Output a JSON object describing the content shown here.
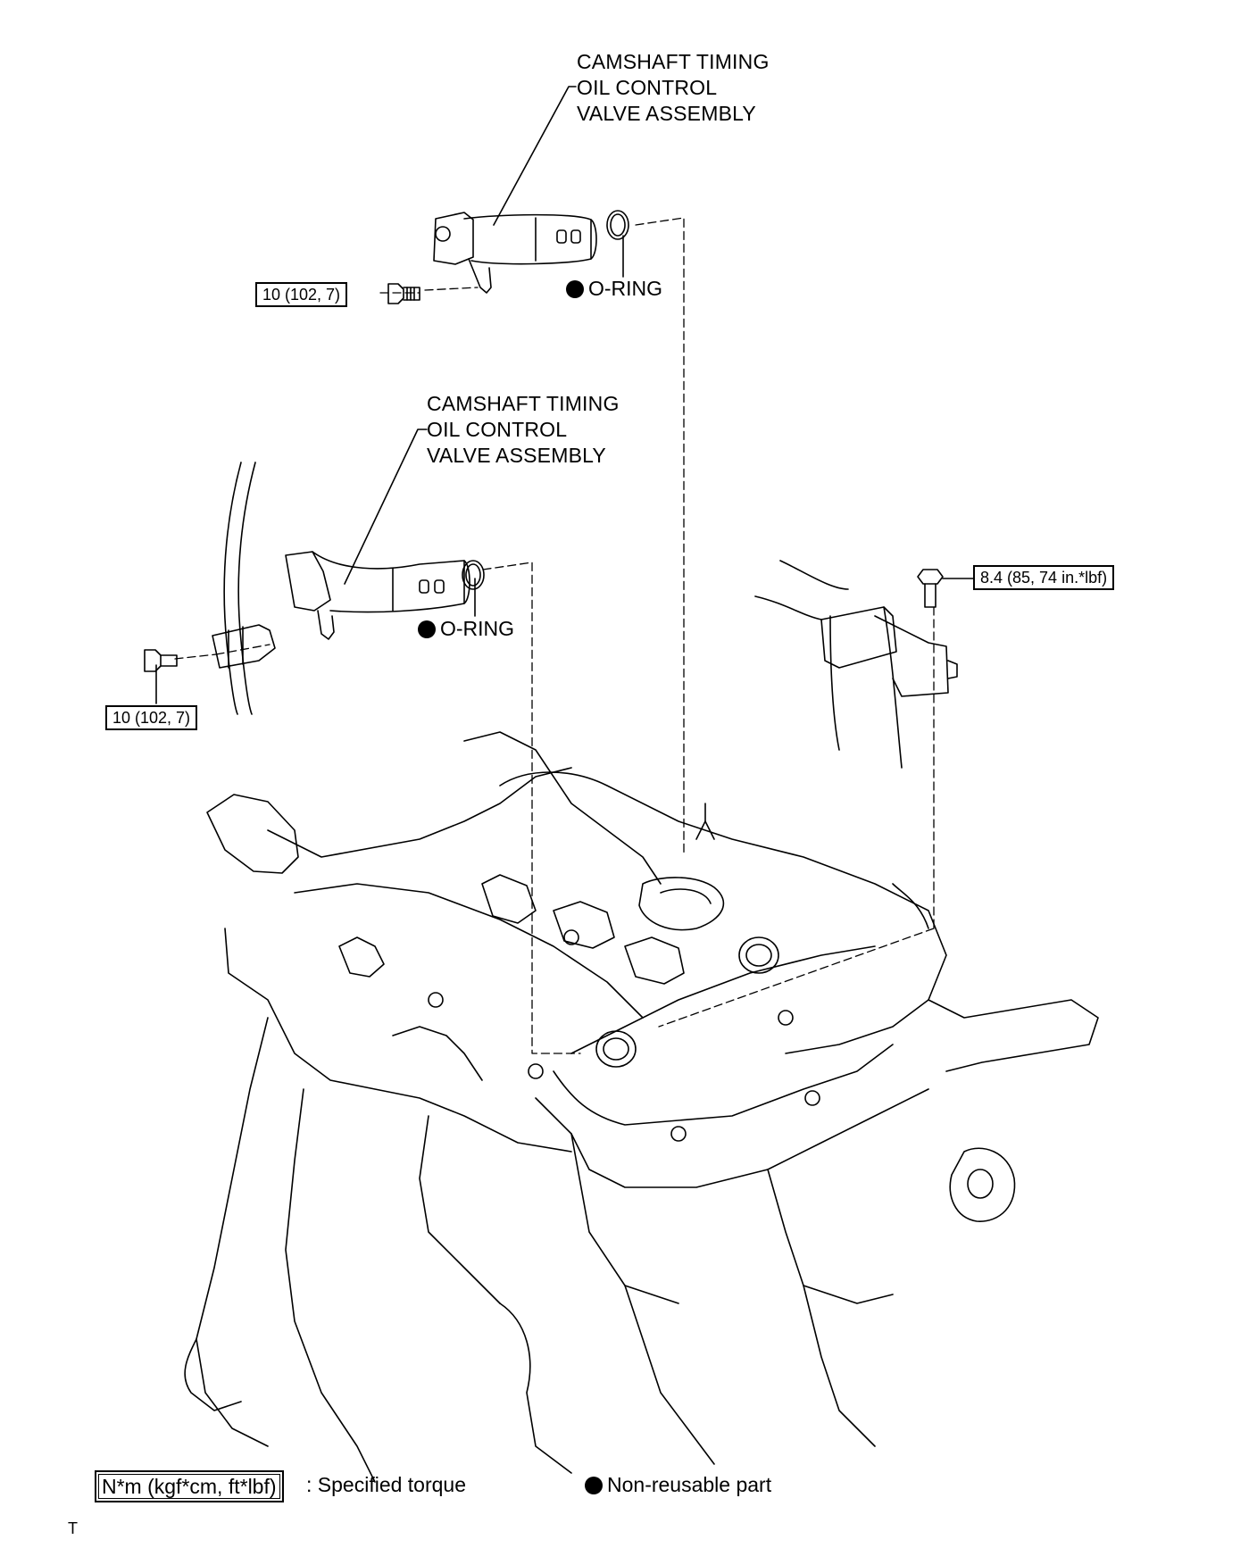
{
  "labels": {
    "valve_upper": "CAMSHAFT TIMING\nOIL CONTROL\nVALVE ASSEMBLY",
    "valve_lower": "CAMSHAFT TIMING\nOIL CONTROL\nVALVE ASSEMBLY",
    "oring_upper": "O-RING",
    "oring_lower": "O-RING"
  },
  "torques": {
    "bolt_upper": "10 (102, 7)",
    "bolt_lower": "10 (102, 7)",
    "bolt_bracket": "8.4 (85, 74 in.*lbf)"
  },
  "legend": {
    "torque_unit": "N*m (kgf*cm, ft*lbf)",
    "torque_desc": ": Specified torque",
    "nonreusable_desc": "Non-reusable part"
  },
  "footer_mark": "T"
}
